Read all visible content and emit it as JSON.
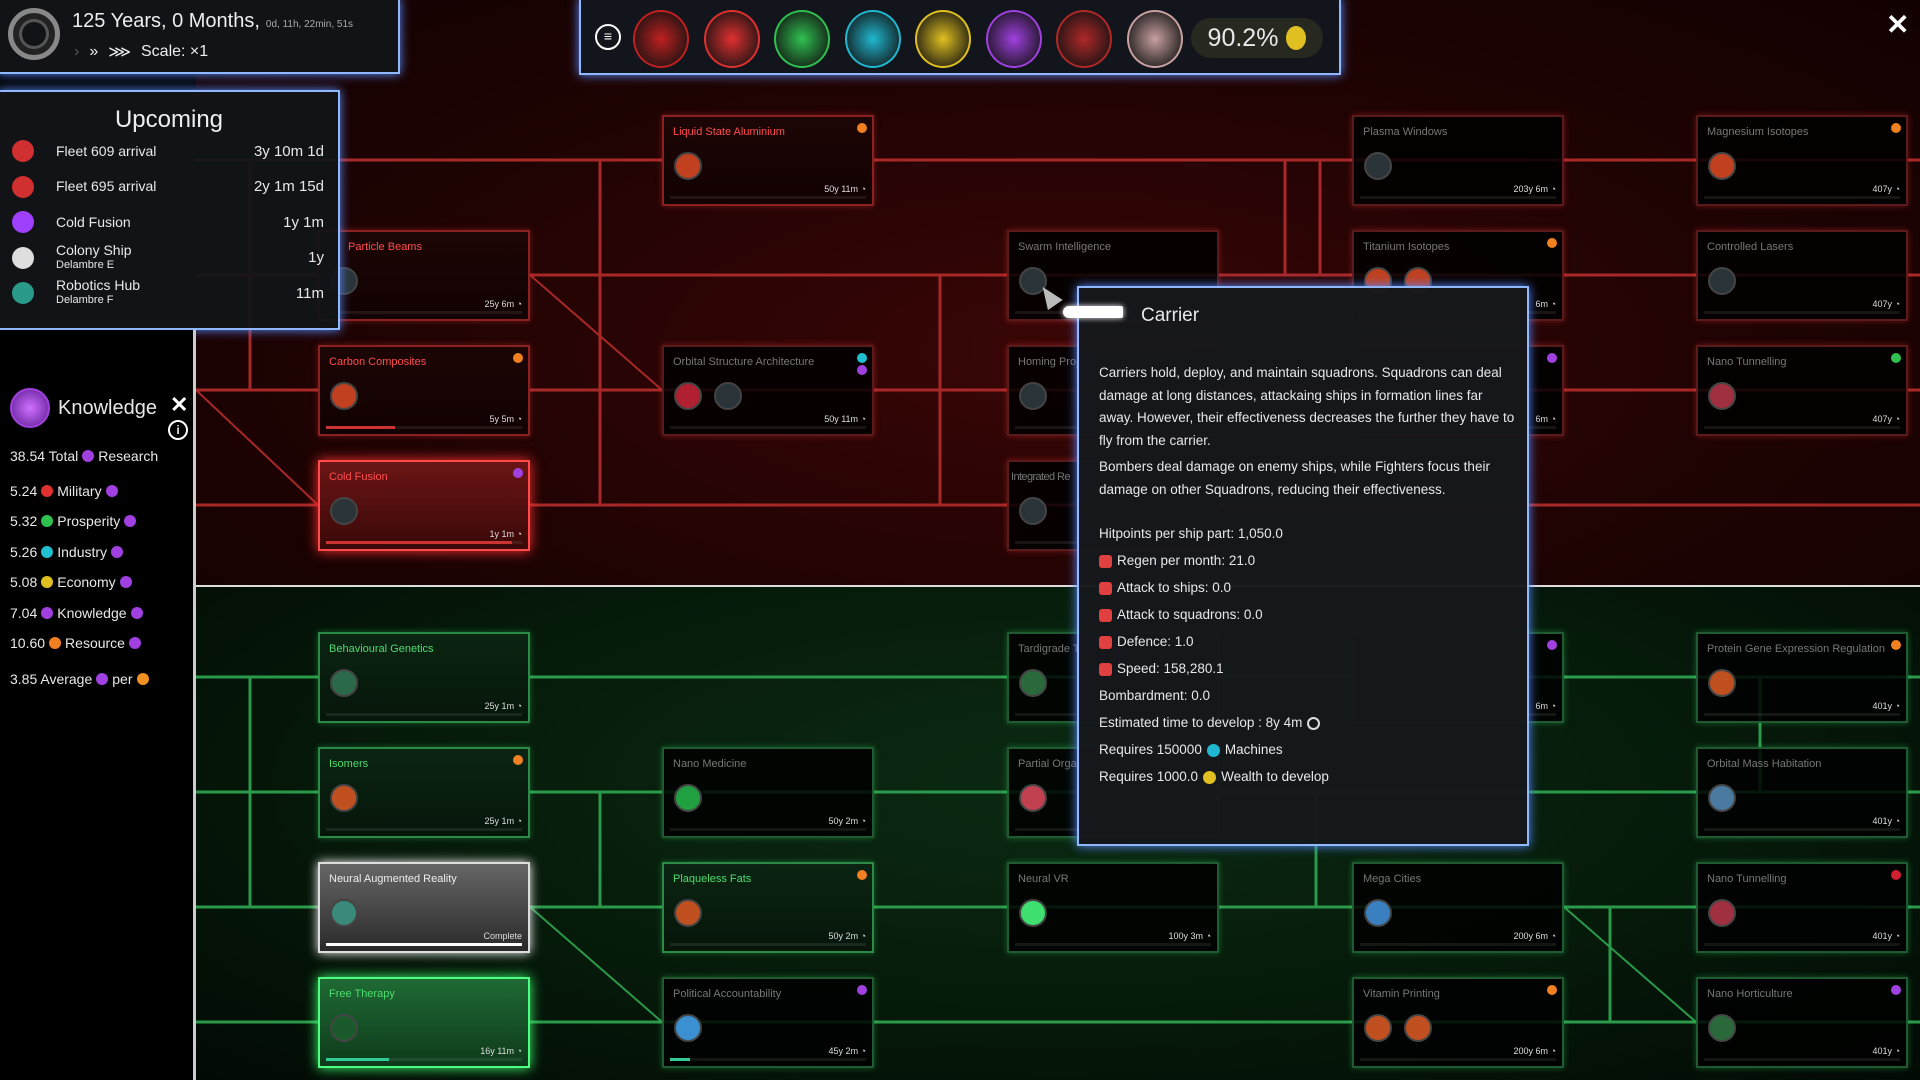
{
  "time_panel": {
    "date": "125 Years, 0 Months,",
    "elapsed": "0d, 11h, 22min, 51s",
    "speed_label": "Scale: ×1"
  },
  "upcoming": {
    "title": "Upcoming",
    "items": [
      {
        "name": "Fleet 609 arrival",
        "sub": "",
        "time": "3y 10m 1d",
        "icon": "fleet-icon",
        "color": "#d03030"
      },
      {
        "name": "Fleet 695 arrival",
        "sub": "",
        "time": "2y 1m 15d",
        "icon": "fleet-icon",
        "color": "#d03030"
      },
      {
        "name": "Cold Fusion",
        "sub": "",
        "time": "1y 1m",
        "icon": "research-icon",
        "color": "#a040ff"
      },
      {
        "name": "Colony Ship",
        "sub": "Delambre E",
        "time": "1y",
        "icon": "ship-icon",
        "color": "#dddddd"
      },
      {
        "name": "Robotics Hub",
        "sub": "Delambre F",
        "time": "11m",
        "icon": "robotics-icon",
        "color": "#2a9a8a"
      }
    ]
  },
  "knowledge": {
    "title": "Knowledge",
    "total": "38.54 Total",
    "total_suffix": "Research",
    "rows": [
      {
        "value": "5.24",
        "label": "Military",
        "color": "#e03030"
      },
      {
        "value": "5.32",
        "label": "Prosperity",
        "color": "#30c050"
      },
      {
        "value": "5.26",
        "label": "Industry",
        "color": "#20c0d0"
      },
      {
        "value": "5.08",
        "label": "Economy",
        "color": "#e0c020"
      },
      {
        "value": "7.04",
        "label": "Knowledge",
        "color": "#a040e0"
      },
      {
        "value": "10.60",
        "label": "Resource",
        "color": "#f08020"
      }
    ],
    "average": "3.85 Average",
    "average_per": "per"
  },
  "topbar": {
    "categories": [
      {
        "name": "fleet-tab",
        "color": "#c02020"
      },
      {
        "name": "military-tab",
        "color": "#e03030"
      },
      {
        "name": "prosperity-tab",
        "color": "#30c050"
      },
      {
        "name": "industry-tab",
        "color": "#20b8d0"
      },
      {
        "name": "economy-tab",
        "color": "#e0c020"
      },
      {
        "name": "knowledge-tab",
        "color": "#a040e0"
      },
      {
        "name": "galaxy-tab",
        "color": "#b02828"
      },
      {
        "name": "bookmark-tab",
        "color": "#c8a0a0"
      }
    ],
    "wealth": "90.2%"
  },
  "tree": {
    "nodes": [
      {
        "title": "Liquid State Aluminium",
        "time": "50y 11m",
        "state": "available",
        "zone": "red",
        "badges": [
          "#f08020"
        ],
        "icons": [
          "#c04020"
        ],
        "progress": 0
      },
      {
        "title": "Plasma Windows",
        "time": "203y 6m",
        "state": "locked",
        "zone": "red",
        "badges": [],
        "icons": [
          "#2a3338"
        ],
        "progress": 0
      },
      {
        "title": "Magnesium Isotopes",
        "time": "407y",
        "state": "locked",
        "zone": "red",
        "badges": [
          "#f08020"
        ],
        "icons": [
          "#c04020"
        ],
        "progress": 0
      },
      {
        "title": "Particle Beams",
        "time": "25y 6m",
        "state": "available",
        "zone": "red",
        "badges": [],
        "icons": [
          "#2a3338"
        ],
        "progress": 0
      },
      {
        "title": "Swarm Intelligence",
        "time": "",
        "state": "locked",
        "zone": "red",
        "badges": [],
        "icons": [
          "#2a3338"
        ],
        "progress": 0
      },
      {
        "title": "Titanium Isotopes",
        "time": "6m",
        "state": "locked",
        "zone": "red",
        "badges": [
          "#f08020"
        ],
        "icons": [
          "#c04020",
          "#c04020"
        ],
        "progress": 0
      },
      {
        "title": "Controlled Lasers",
        "time": "407y",
        "state": "locked",
        "zone": "red",
        "badges": [],
        "icons": [
          "#2a3338"
        ],
        "progress": 0
      },
      {
        "title": "Carbon Composites",
        "time": "5y 5m",
        "state": "available",
        "zone": "red",
        "badges": [
          "#f08020"
        ],
        "icons": [
          "#c04020"
        ],
        "progress": 0.35
      },
      {
        "title": "Orbital Structure Architecture",
        "time": "50y 11m",
        "state": "locked",
        "zone": "red",
        "badges": [
          "#20c0d0",
          "#a040e0"
        ],
        "icons": [
          "#b02030",
          "#2a3338"
        ],
        "progress": 0
      },
      {
        "title": "Homing Proj",
        "time": "",
        "state": "locked",
        "zone": "red",
        "badges": [],
        "icons": [
          "#2a3338"
        ],
        "progress": 0
      },
      {
        "title": "",
        "time": "6m",
        "state": "locked",
        "zone": "red",
        "badges": [
          "#a040e0"
        ],
        "icons": [],
        "progress": 0
      },
      {
        "title": "Nano Tunnelling",
        "time": "407y",
        "state": "locked",
        "zone": "red",
        "badges": [
          "#30c050"
        ],
        "icons": [
          "#a03040"
        ],
        "progress": 0
      },
      {
        "title": "Cold Fusion",
        "time": "1y 1m",
        "state": "selected",
        "zone": "red",
        "badges": [
          "#a040e0"
        ],
        "icons": [
          "#2a3338"
        ],
        "progress": 0.95
      },
      {
        "title": "Integrated Re",
        "time": "",
        "state": "locked",
        "zone": "red",
        "badges": [],
        "icons": [
          "#2a3338"
        ],
        "progress": 0
      },
      {
        "title": "Behavioural Genetics",
        "time": "25y 1m",
        "state": "available",
        "zone": "green",
        "badges": [],
        "icons": [
          "#2a6a4a"
        ],
        "progress": 0
      },
      {
        "title": "Tardigrade T",
        "time": "",
        "state": "locked",
        "zone": "green",
        "badges": [],
        "icons": [
          "#2a6a3a"
        ],
        "progress": 0
      },
      {
        "title": "",
        "time": "6m",
        "state": "locked",
        "zone": "green",
        "badges": [
          "#a040e0"
        ],
        "icons": [],
        "progress": 0
      },
      {
        "title": "Protein Gene Expression Regulation",
        "time": "401y",
        "state": "locked",
        "zone": "green",
        "badges": [
          "#f08020"
        ],
        "icons": [
          "#c05020"
        ],
        "progress": 0
      },
      {
        "title": "Isomers",
        "time": "25y 1m",
        "state": "available",
        "zone": "green",
        "badges": [
          "#f08020"
        ],
        "icons": [
          "#c05020"
        ],
        "progress": 0
      },
      {
        "title": "Nano Medicine",
        "time": "50y 2m",
        "state": "locked",
        "zone": "green",
        "badges": [],
        "icons": [
          "#20a040"
        ],
        "progress": 0
      },
      {
        "title": "Partial Organ",
        "time": "",
        "state": "locked",
        "zone": "green",
        "badges": [],
        "icons": [
          "#c04050"
        ],
        "progress": 0
      },
      {
        "title": "Orbital Mass Habitation",
        "time": "401y",
        "state": "locked",
        "zone": "green",
        "badges": [],
        "icons": [
          "#4a7aa0"
        ],
        "progress": 0
      },
      {
        "title": "Neural Augmented Reality",
        "time": "Complete",
        "state": "complete",
        "zone": "green",
        "badges": [],
        "icons": [
          "#3a8a7a"
        ],
        "progress": 1
      },
      {
        "title": "Plaqueless Fats",
        "time": "50y 2m",
        "state": "available",
        "zone": "green",
        "badges": [
          "#f08020"
        ],
        "icons": [
          "#c05020"
        ],
        "progress": 0
      },
      {
        "title": "Neural VR",
        "time": "100y 3m",
        "state": "locked",
        "zone": "green",
        "badges": [],
        "icons": [
          "#40e070"
        ],
        "progress": 0
      },
      {
        "title": "Mega Cities",
        "time": "200y 6m",
        "state": "locked",
        "zone": "green",
        "badges": [],
        "icons": [
          "#3a80c0"
        ],
        "progress": 0
      },
      {
        "title": "Nano Tunnelling",
        "time": "401y",
        "state": "locked",
        "zone": "green",
        "badges": [
          "#d02030"
        ],
        "icons": [
          "#a03040"
        ],
        "progress": 0
      },
      {
        "title": "Free Therapy",
        "time": "16y 11m",
        "state": "researching",
        "zone": "green",
        "badges": [],
        "icons": [
          "#1a5a2a"
        ],
        "progress": 0.32
      },
      {
        "title": "Political Accountability",
        "time": "45y 2m",
        "state": "locked",
        "zone": "green",
        "badges": [
          "#a040e0"
        ],
        "icons": [
          "#3a90d0"
        ],
        "progress": 0.1
      },
      {
        "title": "Vitamin Printing",
        "time": "200y 6m",
        "state": "locked",
        "zone": "green",
        "badges": [
          "#f08020"
        ],
        "icons": [
          "#c05020",
          "#c05020"
        ],
        "progress": 0
      },
      {
        "title": "Nano Horticulture",
        "time": "401y",
        "state": "locked",
        "zone": "green",
        "badges": [
          "#a040e0"
        ],
        "icons": [
          "#2a6a3a"
        ],
        "progress": 0
      }
    ]
  },
  "tooltip": {
    "title": "Carrier",
    "description": [
      "Carriers hold, deploy, and maintain squadrons. Squadrons can deal damage at long distances, attackaing ships in formation lines far away. However, their effectiveness decreases the further they have to fly from the carrier.",
      "Bombers deal damage on enemy ships, while Fighters focus their damage on other Squadrons, reducing their effectiveness."
    ],
    "stats": [
      {
        "text": "Hitpoints per ship part: 1,050.0",
        "icon": "",
        "color": ""
      },
      {
        "text": "Regen per month: 21.0",
        "icon": "regen-icon",
        "color": "#e04040"
      },
      {
        "text": "Attack to ships: 0.0",
        "icon": "attack-ships-icon",
        "color": "#e04040"
      },
      {
        "text": "Attack to squadrons: 0.0",
        "icon": "attack-squadrons-icon",
        "color": "#e04040"
      },
      {
        "text": "Defence: 1.0",
        "icon": "shield-icon",
        "color": "#e04040"
      },
      {
        "text": "Speed: 158,280.1",
        "icon": "speed-icon",
        "color": "#e04040"
      },
      {
        "text": "Bombardment: 0.0",
        "icon": "",
        "color": ""
      },
      {
        "text": "Estimated time to develop : 8y 4m",
        "icon": "clock-icon",
        "color": "#dddddd"
      },
      {
        "text": "Requires 150000",
        "icon": "industry-icon",
        "color": "#20b8d0",
        "suffix": "Machines"
      },
      {
        "text": "Requires 1000.0",
        "icon": "wealth-icon",
        "color": "#e0c020",
        "suffix": "Wealth to develop"
      }
    ]
  }
}
